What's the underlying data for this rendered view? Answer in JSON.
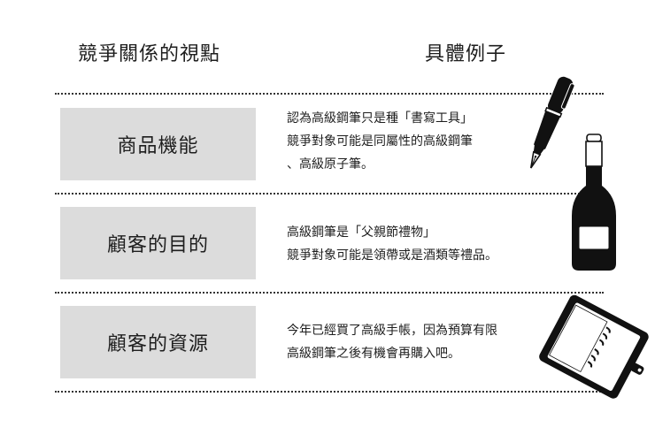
{
  "header": {
    "left": "競爭關係的視點",
    "right": "具體例子"
  },
  "rows": [
    {
      "label": "商品機能",
      "lines": [
        "認為高級鋼筆只是種「書寫工具」",
        "競爭對象可能是同屬性的高級鋼筆",
        "、高級原子筆。"
      ],
      "icon": "fountain-pen-icon"
    },
    {
      "label": "顧客的目的",
      "lines": [
        "高級鋼筆是「父親節禮物」",
        "競爭對象可能是領帶或是酒類等禮品。"
      ],
      "icon": "wine-bottle-icon"
    },
    {
      "label": "顧客的資源",
      "lines": [
        "今年已經買了高級手帳，因為預算有限",
        "高級鋼筆之後有機會再購入吧。"
      ],
      "icon": "planner-notebook-icon"
    }
  ],
  "colors": {
    "label_box": "#dcdcdc",
    "text": "#1e1e1e",
    "divider": "#333333"
  }
}
